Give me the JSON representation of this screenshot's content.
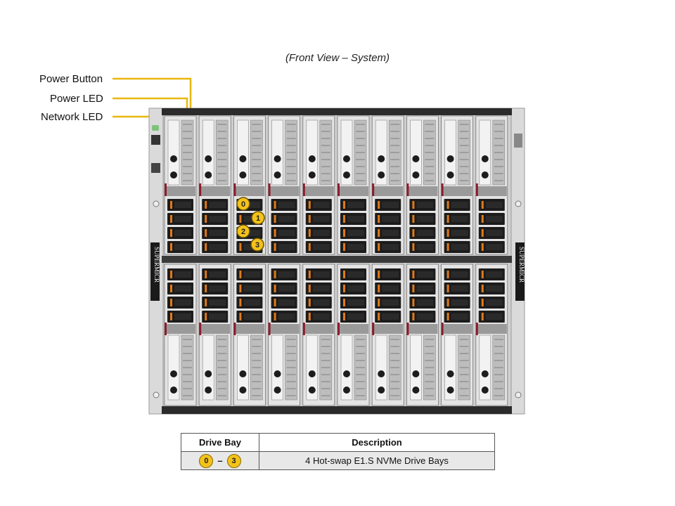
{
  "title": "(Front View – System)",
  "callouts": {
    "power_button": "Power Button",
    "power_led": "Power LED",
    "network_led": "Network LED"
  },
  "brand": "SUPERMICR",
  "node_count": 10,
  "drive_badges": [
    "0",
    "1",
    "2",
    "3"
  ],
  "table": {
    "headers": {
      "bay": "Drive Bay",
      "description": "Description"
    },
    "rows": [
      {
        "bay_start": "0",
        "bay_end": "3",
        "description": "4 Hot-swap E1.S NVMe Drive Bays"
      }
    ]
  },
  "colors": {
    "callout_line": "#e8b70e",
    "badge_fill": "#f3c21b",
    "drive_body": "#1c1c1c",
    "drive_latch": "#e07a1a",
    "chassis_frame": "#c9c9c9"
  }
}
